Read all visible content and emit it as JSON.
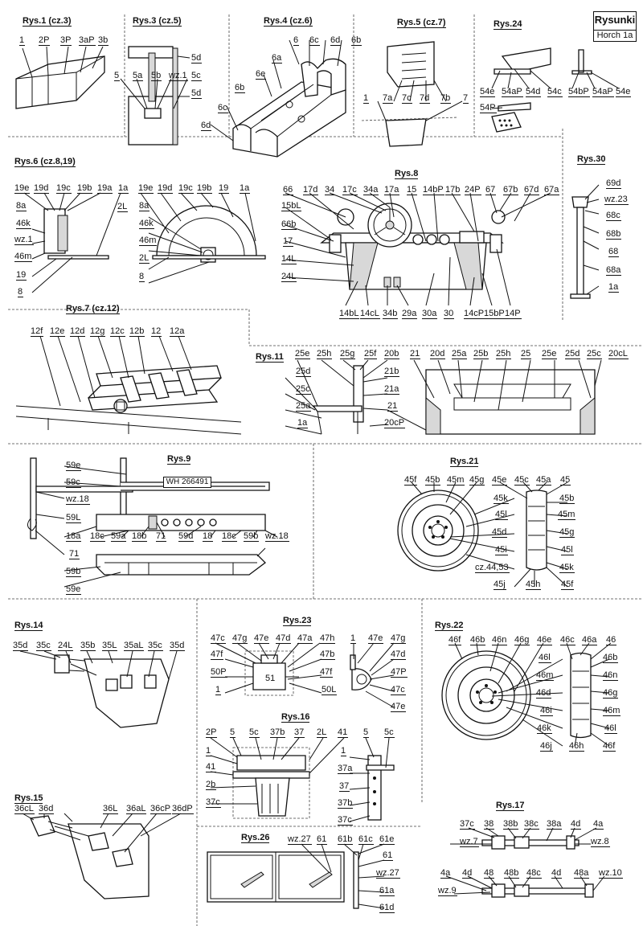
{
  "header": {
    "title": "Rysunki",
    "subtitle": "Horch 1a"
  },
  "plate_text": "WH 266491",
  "figures": [
    {
      "id": "rys1",
      "title": "Rys.1 (cz.3)",
      "labels": [
        "1",
        "2P",
        "3P",
        "3aP",
        "3b"
      ]
    },
    {
      "id": "rys3",
      "title": "Rys.3 (cz.5)",
      "labels": [
        "5d",
        "5",
        "5a",
        "5b",
        "wz.1",
        "5c",
        "5d"
      ]
    },
    {
      "id": "rys4",
      "title": "Rys.4 (cz.6)",
      "labels": [
        "6",
        "6c",
        "6d",
        "6b",
        "6a",
        "6e",
        "6b",
        "6c",
        "6d"
      ]
    },
    {
      "id": "rys5",
      "title": "Rys.5 (cz.7)",
      "labels": [
        "1",
        "7a",
        "7c",
        "7d",
        "7b",
        "7"
      ]
    },
    {
      "id": "rys24",
      "title": "Rys.24",
      "labels": [
        "54e",
        "54aP",
        "54d",
        "54c",
        "54bP",
        "54aP",
        "54e",
        "54P"
      ]
    },
    {
      "id": "rys6",
      "title": "Rys.6 (cz.8,19)",
      "labels": [
        "19e",
        "19d",
        "19c",
        "19b",
        "19a",
        "1a",
        "8a",
        "46k",
        "wz.1",
        "46m",
        "19",
        "8",
        "2L",
        "19e",
        "19d",
        "19c",
        "19b",
        "19",
        "1a",
        "8a",
        "46k",
        "46m",
        "2L",
        "8"
      ]
    },
    {
      "id": "rys8",
      "title": "Rys.8",
      "labels": [
        "66",
        "17d",
        "34",
        "17c",
        "34a",
        "17a",
        "15",
        "14bP",
        "17b",
        "24P",
        "67",
        "67b",
        "67d",
        "67a",
        "15bL",
        "66b",
        "17",
        "14L",
        "24L",
        "14bL",
        "14cL",
        "34b",
        "29a",
        "30a",
        "30",
        "14cP",
        "15bP",
        "14P"
      ]
    },
    {
      "id": "rys30",
      "title": "Rys.30",
      "labels": [
        "69d",
        "wz.23",
        "68c",
        "68b",
        "68",
        "68a",
        "1a"
      ]
    },
    {
      "id": "rys7",
      "title": "Rys.7 (cz.12)",
      "labels": [
        "12f",
        "12e",
        "12d",
        "12g",
        "12c",
        "12b",
        "12",
        "12a"
      ]
    },
    {
      "id": "rys11",
      "title": "Rys.11",
      "labels": [
        "25e",
        "25h",
        "25g",
        "25f",
        "20b",
        "21b",
        "21a",
        "21",
        "25d",
        "25c",
        "25a",
        "1a",
        "20cP",
        "21",
        "20d",
        "25a",
        "25b",
        "25h",
        "25",
        "25e",
        "25d",
        "25c",
        "20cL"
      ]
    },
    {
      "id": "rys9",
      "title": "Rys.9",
      "labels": [
        "59e",
        "59c",
        "wz.18",
        "59L",
        "18a",
        "71",
        "18c",
        "59a",
        "18b",
        "71",
        "59d",
        "18",
        "18c",
        "59b",
        "wz.18",
        "59b",
        "59e"
      ]
    },
    {
      "id": "rys21",
      "title": "Rys.21",
      "labels": [
        "45f",
        "45b",
        "45m",
        "45g",
        "45e",
        "45c",
        "45a",
        "45",
        "45k",
        "45l",
        "45d",
        "45i",
        "cz.44,53",
        "45j",
        "45h",
        "45b",
        "45m",
        "45g",
        "45l",
        "45k",
        "45f"
      ]
    },
    {
      "id": "rys14",
      "title": "Rys.14",
      "labels": [
        "35d",
        "35c",
        "24L",
        "35b",
        "35L",
        "35aL",
        "35c",
        "35d"
      ]
    },
    {
      "id": "rys23",
      "title": "Rys.23",
      "labels": [
        "47c",
        "47g",
        "47e",
        "47d",
        "47a",
        "47h",
        "47f",
        "47b",
        "50P",
        "47f",
        "51",
        "1",
        "50L",
        "1",
        "47e",
        "47g",
        "47d",
        "47P",
        "47c",
        "47e"
      ]
    },
    {
      "id": "rys22",
      "title": "Rys.22",
      "labels": [
        "46f",
        "46b",
        "46n",
        "46g",
        "46e",
        "46c",
        "46a",
        "46",
        "46l",
        "46b",
        "46m",
        "46n",
        "46d",
        "46g",
        "46i",
        "46m",
        "46k",
        "46l",
        "46j",
        "46h",
        "46f"
      ]
    },
    {
      "id": "rys16",
      "title": "Rys.16",
      "labels": [
        "2P",
        "5",
        "5c",
        "37b",
        "37",
        "2L",
        "41",
        "5",
        "5c",
        "1",
        "41",
        "2b",
        "37c",
        "1",
        "37a",
        "37",
        "37b",
        "37c"
      ]
    },
    {
      "id": "rys15",
      "title": "Rys.15",
      "labels": [
        "36cL",
        "36d",
        "36L",
        "36aL",
        "36cP",
        "36dP"
      ]
    },
    {
      "id": "rys26",
      "title": "Rys.26",
      "labels": [
        "wz.27",
        "61",
        "61b",
        "61c",
        "61e",
        "61",
        "wz.27",
        "61a",
        "61d"
      ]
    },
    {
      "id": "rys17",
      "title": "Rys.17",
      "labels": [
        "37c",
        "38",
        "38b",
        "38c",
        "38a",
        "4d",
        "4a",
        "wz.7",
        "wz.8",
        "4a",
        "4d",
        "48",
        "48b",
        "48c",
        "4d",
        "48a",
        "wz.10",
        "wz.9"
      ]
    }
  ]
}
